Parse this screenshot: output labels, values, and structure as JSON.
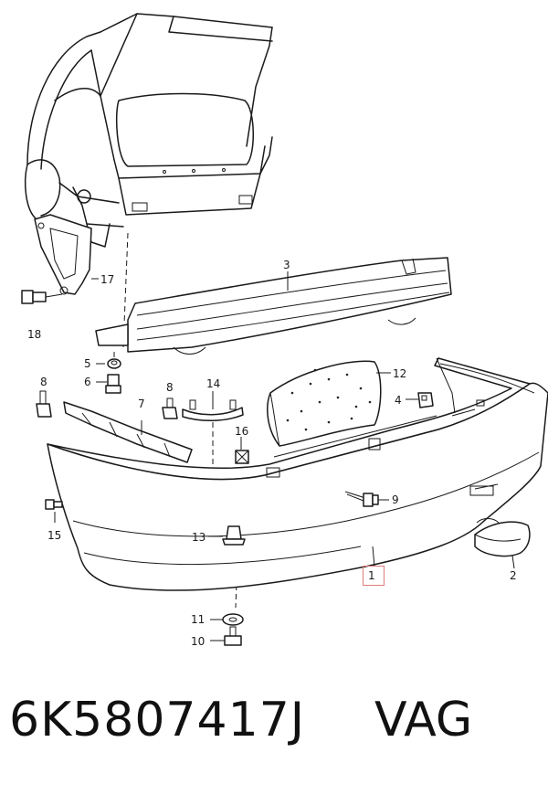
{
  "diagram": {
    "callouts": {
      "c1": "1",
      "c2": "2",
      "c3": "3",
      "c4": "4",
      "c5": "5",
      "c6": "6",
      "c7": "7",
      "c8a": "8",
      "c8b": "8",
      "c9": "9",
      "c10": "10",
      "c11": "11",
      "c12": "12",
      "c13": "13",
      "c14": "14",
      "c15": "15",
      "c16": "16",
      "c17": "17",
      "c18": "18"
    },
    "highlighted_callout": "1",
    "highlight_color": "#e07b7b"
  },
  "caption": {
    "part_number": "6K5807417J",
    "brand": "VAG"
  }
}
